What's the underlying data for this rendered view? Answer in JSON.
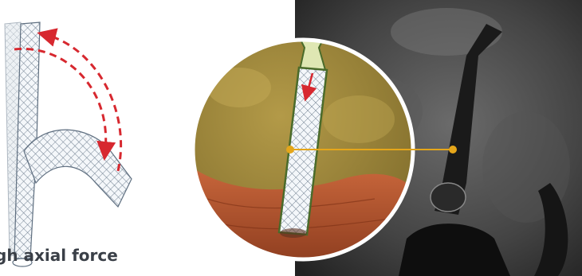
{
  "caption": "gh axial force",
  "colors": {
    "arrow": "#d7282f",
    "callout": "#e5a61a",
    "stent_outline": "#5f6f80",
    "tissue": "#b5562e",
    "background_tissue": "#a08a3a",
    "fluoro_bg": "#3c3c3c",
    "fluoro_dark": "#111111"
  },
  "icons": {
    "stent_diagram": "stent-bending-illustration",
    "bend_arrow": "dashed-curved-arrow-icon",
    "inset": "magnified-stent-in-duct-illustration",
    "flow_arrow": "arrow-down-icon",
    "xray": "fluoroscopy-image"
  }
}
